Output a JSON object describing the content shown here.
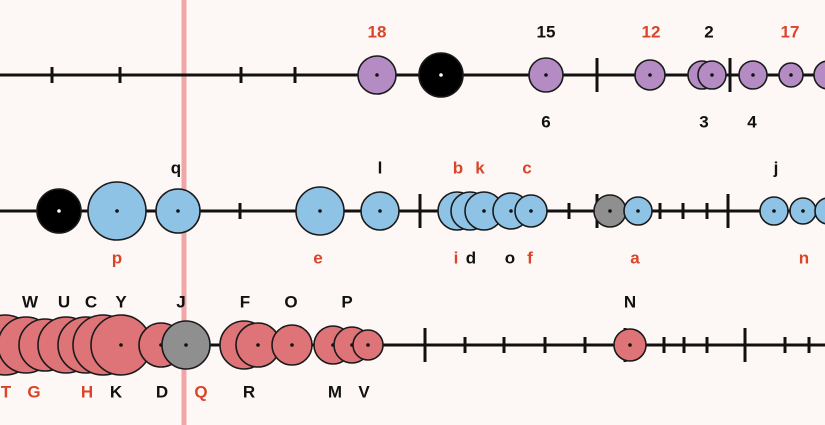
{
  "colors": {
    "background": "#fdf8f5",
    "axis": "#111111",
    "marker_line": "#f0a6a6",
    "label_red": "#d9452b",
    "label_black": "#111111",
    "purple": "#b58bc4",
    "blue": "#8fc3e6",
    "red": "#df7478",
    "black": "#000000",
    "gray": "#8f8f8f"
  },
  "rows": [
    {
      "id": "row-1",
      "labels": [
        {
          "text": "18",
          "color": "red",
          "pos": "above"
        },
        {
          "text": "15",
          "color": "black",
          "pos": "above"
        },
        {
          "text": "6",
          "color": "black",
          "pos": "below"
        },
        {
          "text": "12",
          "color": "red",
          "pos": "above"
        },
        {
          "text": "2",
          "color": "black",
          "pos": "above"
        },
        {
          "text": "3",
          "color": "black",
          "pos": "below"
        },
        {
          "text": "4",
          "color": "black",
          "pos": "below"
        },
        {
          "text": "17",
          "color": "red",
          "pos": "above"
        }
      ]
    },
    {
      "id": "row-2",
      "labels": [
        {
          "text": "q",
          "color": "black",
          "pos": "above"
        },
        {
          "text": "p",
          "color": "red",
          "pos": "below"
        },
        {
          "text": "l",
          "color": "black",
          "pos": "above"
        },
        {
          "text": "e",
          "color": "red",
          "pos": "below"
        },
        {
          "text": "b",
          "color": "red",
          "pos": "above"
        },
        {
          "text": "k",
          "color": "red",
          "pos": "above"
        },
        {
          "text": "c",
          "color": "red",
          "pos": "above"
        },
        {
          "text": "i",
          "color": "red",
          "pos": "below"
        },
        {
          "text": "d",
          "color": "black",
          "pos": "below"
        },
        {
          "text": "o",
          "color": "black",
          "pos": "below"
        },
        {
          "text": "f",
          "color": "red",
          "pos": "below"
        },
        {
          "text": "a",
          "color": "red",
          "pos": "below"
        },
        {
          "text": "j",
          "color": "black",
          "pos": "above"
        },
        {
          "text": "n",
          "color": "red",
          "pos": "below"
        }
      ]
    },
    {
      "id": "row-3",
      "labels": [
        {
          "text": "W",
          "color": "black",
          "pos": "above"
        },
        {
          "text": "U",
          "color": "black",
          "pos": "above"
        },
        {
          "text": "C",
          "color": "black",
          "pos": "above"
        },
        {
          "text": "Y",
          "color": "black",
          "pos": "above"
        },
        {
          "text": "J",
          "color": "black",
          "pos": "above"
        },
        {
          "text": "F",
          "color": "black",
          "pos": "above"
        },
        {
          "text": "O",
          "color": "black",
          "pos": "above"
        },
        {
          "text": "P",
          "color": "black",
          "pos": "above"
        },
        {
          "text": "N",
          "color": "black",
          "pos": "above"
        },
        {
          "text": "T",
          "color": "red",
          "pos": "below"
        },
        {
          "text": "G",
          "color": "red",
          "pos": "below"
        },
        {
          "text": "H",
          "color": "red",
          "pos": "below"
        },
        {
          "text": "K",
          "color": "black",
          "pos": "below"
        },
        {
          "text": "D",
          "color": "black",
          "pos": "below"
        },
        {
          "text": "Q",
          "color": "red",
          "pos": "below"
        },
        {
          "text": "R",
          "color": "black",
          "pos": "below"
        },
        {
          "text": "M",
          "color": "black",
          "pos": "below"
        },
        {
          "text": "V",
          "color": "black",
          "pos": "below"
        }
      ]
    }
  ]
}
